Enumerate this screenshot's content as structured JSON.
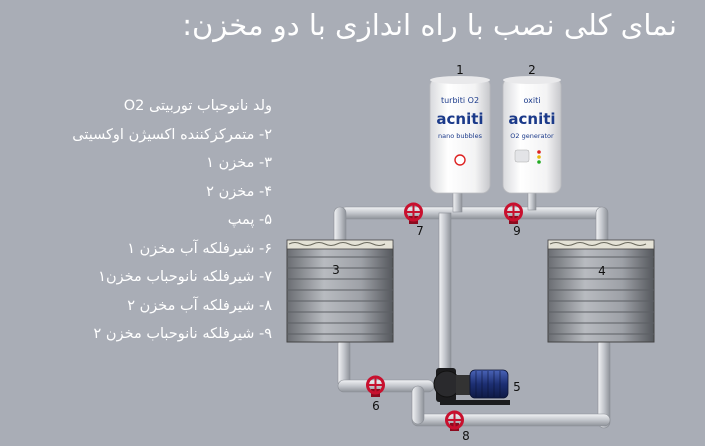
{
  "title": "نمای کلی نصب با راه اندازی با دو مخزن:",
  "legend": [
    "ولد نانوحباب توربیتی O2",
    "۲- متمرکزکننده اکسیژن اوکسیتی",
    "۳- مخزن ۱",
    "۴- مخزن ۲",
    "۵- پمپ",
    "۶- شیرفلکه آب مخزن ۱",
    "۷- شیرفلکه نانوحباب مخزن۱",
    "۸- شیرفلکه آب مخزن ۲",
    "۹- شیرفلکه نانوحباب مخزن ۲"
  ],
  "labels": {
    "n1": "1",
    "n2": "2",
    "n3": "3",
    "n4": "4",
    "n5": "5",
    "n6": "6",
    "n7": "7",
    "n8": "8",
    "n9": "9"
  },
  "device1": {
    "name": "turbiti O2",
    "brand": "acniti",
    "sub": "nano bubbles"
  },
  "device2": {
    "name": "oxiti",
    "brand": "acniti",
    "sub": "O2 generator"
  },
  "colors": {
    "background": "#a9adb6",
    "pipe": "#c9ccd2",
    "valve": "#c8102e",
    "brand": "#1b3a8a"
  }
}
